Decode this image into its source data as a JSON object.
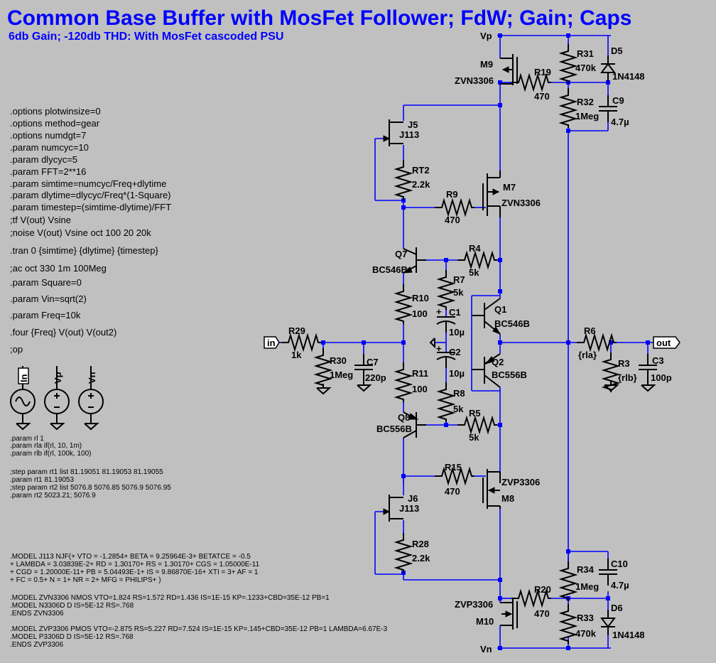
{
  "title": "Common Base Buffer with MosFet Follower; FdW; Gain; Caps",
  "subtitle": "6db Gain; -120db THD: With MosFet cascoded PSU",
  "directives": [
    ".options plotwinsize=0",
    ".options method=gear",
    ".options numdgt=7",
    ".param numcyc=10",
    ".param dlycyc=5",
    ".param FFT=2**16",
    ".param simtime=numcyc/Freq+dlytime",
    ".param dlytime=dlycyc/Freq*(1-Square)",
    ".param timestep=(simtime-dlytime)/FFT",
    ";tf V(out) Vsine",
    ";noise V(out) Vsine oct 100 20 20k",
    ".tran 0 {simtime} {dlytime} {timestep}",
    ";ac oct 330 1m 100Meg",
    ".param Square=0",
    ".param Vin=sqrt(2)",
    ".param Freq=10k",
    ".four {Freq} V(out) V(out2)",
    ";op"
  ],
  "params_small": [
    ".param rl 1",
    ".param rla if(rl, 10, 1m)",
    ".param rlb if(rl, 100k, 100)"
  ],
  "step_params": [
    ";step param rt1 list  81.19051  81.19053  81.19055",
    ".param rt1 81.19053",
    ";step param rt2 list 5076.8 5076.85 5076.9 5076.95",
    ".param rt2 5023.21; 5076.9"
  ],
  "models": [
    ".MODEL J113 NJF(+ VTO = -1.2854+ BETA = 9.25964E-3+ BETATCE = -0.5",
    "+ LAMBDA = 3.03839E-2+ RD = 1.30170+ RS = 1.30170+ CGS = 1.05000E-11",
    "+ CGD = 1.20000E-11+ PB = 5.04493E-1+ IS = 9.86870E-16+ XTI = 3+ AF = 1",
    "+ FC = 0.5+ N = 1+ NR = 2+ MFG = PHILIPS+ )",
    "",
    ".MODEL ZVN3306 NMOS VTO=1.824 RS=1.572 RD=1.436 IS=1E-15 KP=.1233+CBD=35E-12 PB=1",
    ".MODEL N3306D D IS=5E-12 RS=.768",
    ".ENDS ZVN3306",
    "",
    ".MODEL ZVP3306 PMOS VTO=-2.875 RS=5.227 RD=7.524 IS=1E-15 KP=.145+CBD=35E-12 PB=1 LAMBDA=6.67E-3",
    ".MODEL P3306D D IS=5E-12 RS=.768",
    ".ENDS ZVP3306"
  ],
  "sources": {
    "in": "In",
    "vp": "Vp",
    "vn": "Vn"
  },
  "nets": {
    "vp": "Vp",
    "vn": "Vn",
    "in": "in",
    "out": "out"
  },
  "components": {
    "M9": {
      "ref": "M9",
      "value": "ZVN3306"
    },
    "R31": {
      "ref": "R31",
      "value": "470k"
    },
    "D5": {
      "ref": "D5",
      "value": "1N4148"
    },
    "R19": {
      "ref": "R19",
      "value": "470"
    },
    "R32": {
      "ref": "R32",
      "value": "1Meg"
    },
    "C9": {
      "ref": "C9",
      "value": "4.7µ"
    },
    "J5": {
      "ref": "J5",
      "value": "J113"
    },
    "RT2": {
      "ref": "RT2",
      "value": "2.2k"
    },
    "M7": {
      "ref": "M7",
      "value": "ZVN3306"
    },
    "R9": {
      "ref": "R9",
      "value": "470"
    },
    "Q7": {
      "ref": "Q7",
      "value": "BC546B"
    },
    "R4": {
      "ref": "R4",
      "value": "5k"
    },
    "R7": {
      "ref": "R7",
      "value": "5k"
    },
    "R10": {
      "ref": "R10",
      "value": "100"
    },
    "C1": {
      "ref": "C1",
      "value": "10µ"
    },
    "Q1": {
      "ref": "Q1",
      "value": "BC546B"
    },
    "R29": {
      "ref": "R29",
      "value": "1k"
    },
    "R30": {
      "ref": "R30",
      "value": "1Meg"
    },
    "C7": {
      "ref": "C7",
      "value": "220p"
    },
    "C2": {
      "ref": "C2",
      "value": "10µ"
    },
    "Q2": {
      "ref": "Q2",
      "value": "BC556B"
    },
    "R6": {
      "ref": "R6",
      "value": "{rla}"
    },
    "R3": {
      "ref": "R3",
      "value": "{rlb}"
    },
    "C3": {
      "ref": "C3",
      "value": "100p"
    },
    "R11": {
      "ref": "R11",
      "value": "100"
    },
    "R8": {
      "ref": "R8",
      "value": "5k"
    },
    "Q8": {
      "ref": "Q8",
      "value": "BC556B"
    },
    "R5": {
      "ref": "R5",
      "value": "5k"
    },
    "R15": {
      "ref": "R15",
      "value": "470"
    },
    "M8": {
      "ref": "M8",
      "value": "ZVP3306"
    },
    "J6": {
      "ref": "J6",
      "value": "J113"
    },
    "R28": {
      "ref": "R28",
      "value": "2.2k"
    },
    "R34": {
      "ref": "R34",
      "value": "1Meg"
    },
    "C10": {
      "ref": "C10",
      "value": "4.7µ"
    },
    "R20": {
      "ref": "R20",
      "value": "470"
    },
    "M10": {
      "ref": "M10",
      "value": "ZVP3306"
    },
    "R33": {
      "ref": "R33",
      "value": "470k"
    },
    "D6": {
      "ref": "D6",
      "value": "1N4148"
    }
  }
}
